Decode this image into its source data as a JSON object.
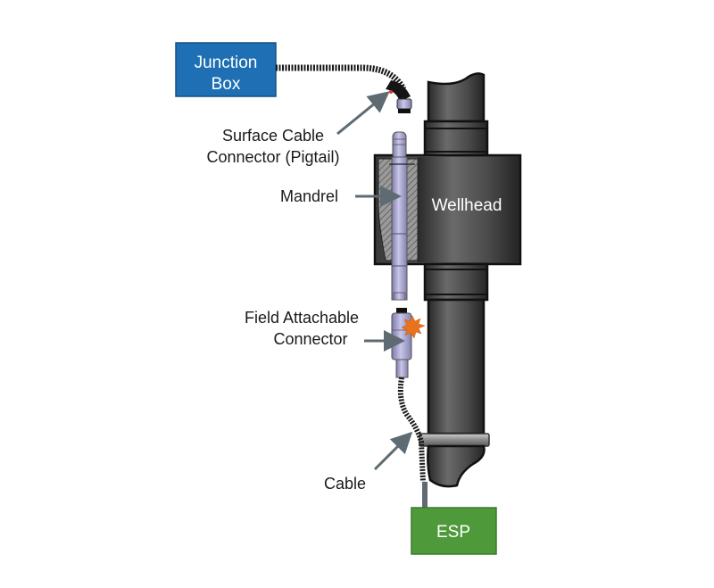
{
  "diagram": {
    "title": "ESP wellhead cable connection",
    "colors": {
      "junction_box": "#1f6fb5",
      "esp_box": "#4e9a3a",
      "wellhead": "#3c3c3c",
      "mandrel": "#a9a6cf",
      "spark": "#e8731e",
      "arrow": "#5e6b73"
    },
    "nodes": {
      "junction_box": {
        "line1": "Junction",
        "line2": "Box"
      },
      "esp": {
        "label": "ESP"
      },
      "wellhead": {
        "label": "Wellhead"
      }
    },
    "labels": {
      "surface_cable_line1": "Surface Cable",
      "surface_cable_line2": "Connector (Pigtail)",
      "mandrel": "Mandrel",
      "field_attach_line1": "Field Attachable",
      "field_attach_line2": "Connector",
      "cable": "Cable"
    }
  }
}
